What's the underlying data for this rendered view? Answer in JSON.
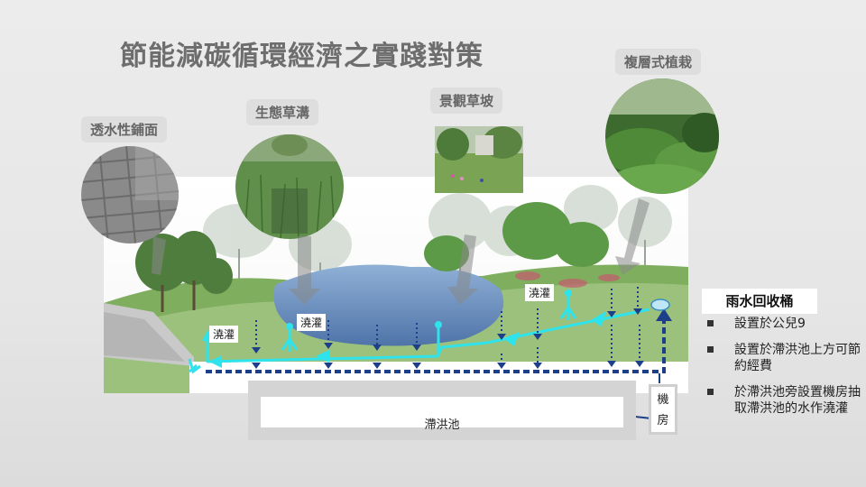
{
  "title": "節能減碳循環經濟之實踐對策",
  "tags": {
    "permeable": "透水性鋪面",
    "swale": "生態草溝",
    "lawn": "景觀草坡",
    "planting": "複層式植栽"
  },
  "irrigation_labels": [
    "澆灌",
    "澆灌",
    "澆灌"
  ],
  "pool_label": "滯洪池",
  "room_label": "機房",
  "panel": {
    "title": "雨水回收桶",
    "bullets": [
      "設置於公兒9",
      "設置於滯洪池上方可節約經費",
      "於滯洪池旁設置機房抽取滯洪池的水作澆灌"
    ]
  },
  "colors": {
    "flow_cyan": "#2fe3ec",
    "drain_navy": "#1d3f8a",
    "pond_blue": "#5f84b4"
  }
}
